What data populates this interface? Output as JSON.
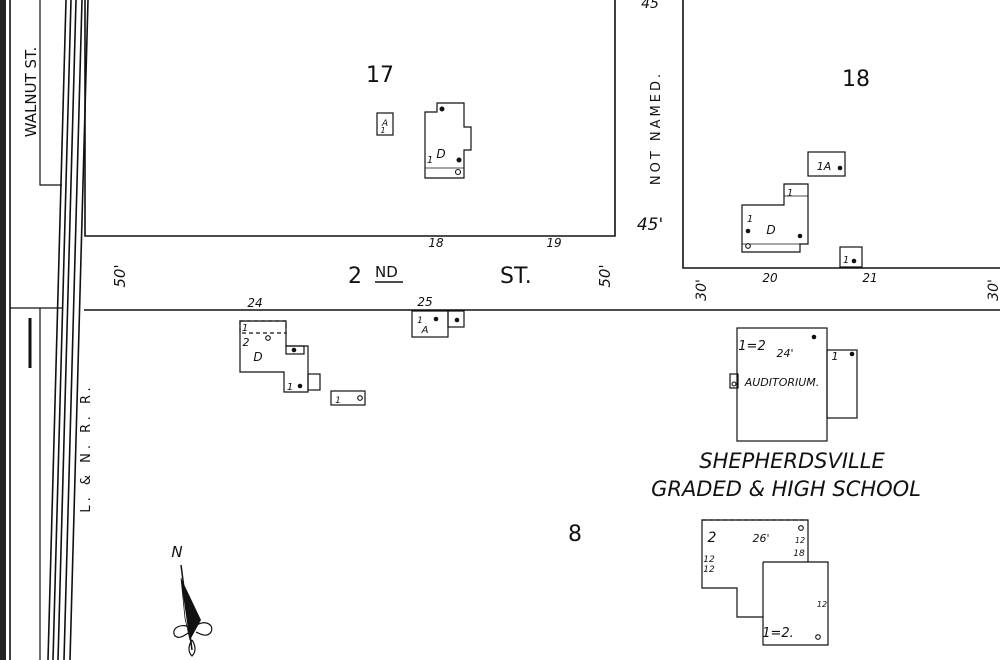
{
  "streets": {
    "walnut": "WALNUT ST.",
    "second_prefix": "2",
    "second_suffix": "ND",
    "second_st": "ST.",
    "not_named": "NOT NAMED.",
    "railroad": "L. & N. R. R."
  },
  "blocks": {
    "b17": "17",
    "b18": "18",
    "b8": "8"
  },
  "dimensions": {
    "w50_left": "50'",
    "w50_right": "50'",
    "w45_top": "45",
    "w45_mid": "45'",
    "w30_left": "30'",
    "w30_right": "30'"
  },
  "lot_numbers": {
    "n18": "18",
    "n19": "19",
    "n20": "20",
    "n21": "21",
    "n24": "24",
    "n25": "25"
  },
  "buildings": {
    "b17_shed": "A",
    "b17_shed_story": "1",
    "b17_house": "D",
    "b17_house_story": "1",
    "b18_shed": "1A",
    "b18_house": "D",
    "b18_house_story": "1",
    "b18_wing_story": "1",
    "b18_small": "1",
    "s_house": "D",
    "s_house_story1": "1",
    "s_house_story2": "2",
    "s_house_rear": "1",
    "s_shed": "1",
    "lot25_shed": "A",
    "lot25_story": "1",
    "aud_story": "1=2",
    "aud_height": "24'",
    "aud_label": "AUDITORIUM.",
    "aud_wing": "1",
    "school_story": "2",
    "school_height": "26'",
    "school_n1": "12",
    "school_n2": "18",
    "school_n3": "12",
    "school_n4": "12",
    "school_n5": "12",
    "school_lower": "1=2."
  },
  "school": {
    "line1": "SHEPHERDSVILLE",
    "line2": "GRADED & HIGH SCHOOL"
  },
  "north_arrow": {
    "letter": "N"
  }
}
